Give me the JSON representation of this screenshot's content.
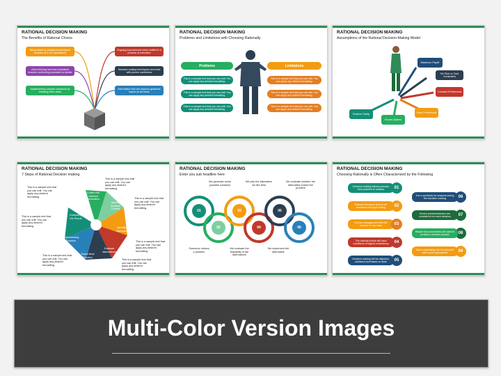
{
  "slides": {
    "s1": {
      "title": "RATIONAL DECISION MAKING",
      "subtitle": "The Benefits of Rational Choice",
      "left_boxes": [
        "Being aided by analytical techniques enables us to do calculations",
        "Clear thinking has been prioritized ensures continuing processes to decide",
        "Implementing complex decisions by breaking them down"
      ],
      "right_boxes": [
        "Ongoing improvement when notified in a process of execution",
        "Decision-making techniques and tools with proven usefulness",
        "Information that can improve guidance based on the facts"
      ]
    },
    "s2": {
      "title": "RATIONAL DECISION MAKING",
      "subtitle": "Problems and Limitations with Choosing Rationally",
      "problems_label": "Problems",
      "limitations_label": "Limitations",
      "sample": "This is a sample text that you can edit. You can apply any desired formatting."
    },
    "s3": {
      "title": "RATIONAL DECISION MAKING",
      "subtitle": "Assumptions of the Rational Decision-Making Model",
      "boxes": [
        "Maximum Payoff",
        "No Time or Cost Constraints",
        "Constant Preferences",
        "Clear Preferences",
        "Known Options",
        "Problem Clarity"
      ]
    },
    "s4": {
      "title": "RATIONAL DECISION MAKING",
      "subtitle": "7 Steps of Rational Decision making",
      "steps": [
        "Collect the relevant information",
        "Identify Decision Criteria",
        "Identifying Alternatives",
        "Evaluate Alternatives",
        "Select Best Solution",
        "Implementing Decision",
        "Evaluating the Result"
      ],
      "sample": "This is a sample text that you can edit. You can apply any desired formatting."
    },
    "s5": {
      "title": "RATIONAL DECISION MAKING",
      "subtitle": "Enter you sub headline here",
      "top_texts": [
        "We generate some possible solutions",
        "We pick the alternative we like best",
        "We evaluate whether the alternative solves the problem"
      ],
      "bottom_texts": [
        "Someone notices a problem",
        "We evaluate the feasibility of the alternatives",
        "We implement the alternative"
      ],
      "gear_numbers": [
        "01",
        "02",
        "03",
        "04",
        "05",
        "06"
      ]
    },
    "s6": {
      "title": "RATIONAL DECISION MAKING",
      "subtitle": "Choosing Rationally is Often Characterized by the Following",
      "left_items": [
        {
          "num": "01",
          "text": "Decision-making follows process from problem to solution"
        },
        {
          "num": "02",
          "text": "Rational decisions tend to be structured and goal setting"
        },
        {
          "num": "03",
          "text": "It is the management with the premise to use facts"
        },
        {
          "num": "04",
          "text": "The rational choice will have conditions of logical consistency"
        },
        {
          "num": "05",
          "text": "Decision making will be objective, unbiased and based on facts"
        }
      ],
      "right_items": [
        {
          "num": "06",
          "text": "It is a synthesis for analysis during the decision making"
        },
        {
          "num": "07",
          "text": "Known premises/stories are considered for each decision"
        },
        {
          "num": "08",
          "text": "Simple but sound ideas are used to provide a needed solution"
        },
        {
          "num": "09",
          "text": "Much uncertainty can be removed with sound approaches"
        }
      ]
    }
  },
  "banner": {
    "title": "Multi-Color Version Images"
  },
  "colors": {
    "green": "#2e8b57",
    "orange": "#f39c12",
    "red": "#c0392b",
    "blue": "#1f4e79",
    "teal": "#148f77",
    "darkgreen": "#1e6b3c"
  }
}
